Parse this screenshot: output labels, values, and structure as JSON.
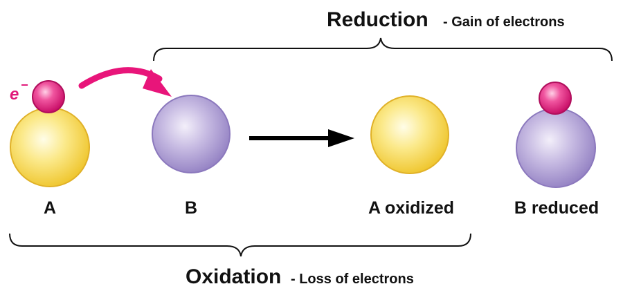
{
  "reduction": {
    "title": "Reduction",
    "subtitle": "- Gain of electrons"
  },
  "oxidation": {
    "title": "Oxidation",
    "subtitle": "- Loss of electrons"
  },
  "electron_label": {
    "base": "e",
    "charge": "−"
  },
  "labels": {
    "a": "A",
    "b": "B",
    "a_oxidized": "A oxidized",
    "b_reduced": "B reduced"
  },
  "colors": {
    "electron": "#e0197a",
    "atom_a": "#f5d84a",
    "atom_b": "#a996d0",
    "transfer_arrow": "#e8157a",
    "reaction_arrow": "#000000",
    "text": "#111111"
  },
  "icons": {
    "electron": "pink-sphere",
    "atom_a": "yellow-sphere",
    "atom_b": "purple-sphere"
  }
}
